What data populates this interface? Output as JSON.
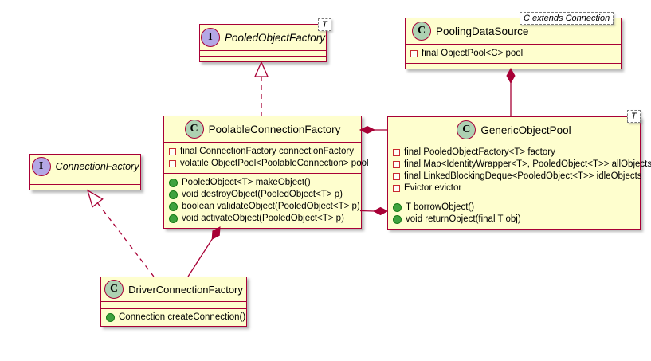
{
  "colors": {
    "box_fill": "#FEFECE",
    "box_border": "#A80036",
    "class_badge": "#ADD1B2",
    "interface_badge": "#B4A7E5",
    "field_icon": "#C82930",
    "method_icon": "#3FA23F",
    "generic_box_border": "#7a7a7a"
  },
  "classes": {
    "pooled_object_factory": {
      "letter": "I",
      "name": "PooledObjectFactory",
      "generic": "T"
    },
    "pooling_data_source": {
      "letter": "C",
      "name": "PoolingDataSource",
      "generic": "C extends Connection",
      "fields": [
        "final ObjectPool<C> pool"
      ]
    },
    "poolable_connection_factory": {
      "letter": "C",
      "name": "PoolableConnectionFactory",
      "fields": [
        "final ConnectionFactory connectionFactory",
        "volatile ObjectPool<PoolableConnection> pool"
      ],
      "methods": [
        "PooledObject<T> makeObject()",
        "void destroyObject(PooledObject<T> p)",
        "boolean validateObject(PooledObject<T> p)",
        "void activateObject(PooledObject<T> p)"
      ]
    },
    "generic_object_pool": {
      "letter": "C",
      "name": "GenericObjectPool",
      "generic": "T",
      "fields": [
        "final PooledObjectFactory<T> factory",
        "final Map<IdentityWrapper<T>, PooledObject<T>> allObjects",
        "final LinkedBlockingDeque<PooledObject<T>> idleObjects",
        "Evictor evictor"
      ],
      "methods": [
        "T borrowObject()",
        "void returnObject(final T obj)"
      ]
    },
    "connection_factory": {
      "letter": "I",
      "name": "ConnectionFactory"
    },
    "driver_connection_factory": {
      "letter": "C",
      "name": "DriverConnectionFactory",
      "methods": [
        "Connection createConnection()"
      ]
    }
  },
  "relations": [
    {
      "from": "PoolableConnectionFactory",
      "to": "PooledObjectFactory",
      "type": "realization"
    },
    {
      "from": "DriverConnectionFactory",
      "to": "ConnectionFactory",
      "type": "realization"
    },
    {
      "from": "PoolableConnectionFactory",
      "to": "DriverConnectionFactory",
      "type": "composition"
    },
    {
      "from": "PoolableConnectionFactory",
      "to": "GenericObjectPool",
      "type": "composition"
    },
    {
      "from": "GenericObjectPool",
      "to": "PoolableConnectionFactory",
      "type": "composition"
    },
    {
      "from": "PoolingDataSource",
      "to": "GenericObjectPool",
      "type": "composition"
    }
  ]
}
